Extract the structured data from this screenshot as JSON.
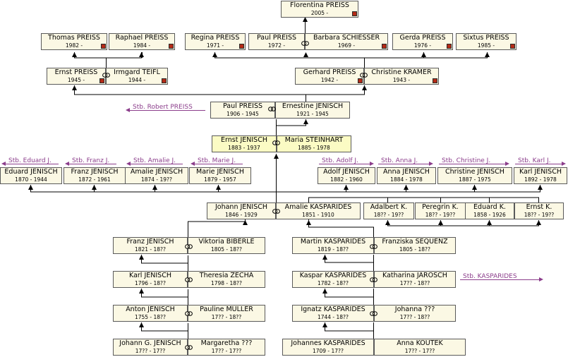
{
  "persons": [
    {
      "id": "florentina",
      "name": "Florentina PREISS",
      "dates": "2005 -",
      "mark": true
    },
    {
      "id": "thomas",
      "name": "Thomas PREISS",
      "dates": "1982 -",
      "mark": true
    },
    {
      "id": "raphael",
      "name": "Raphael PREISS",
      "dates": "1984 -",
      "mark": true
    },
    {
      "id": "regina",
      "name": "Regina PREISS",
      "dates": "1971 -",
      "mark": true
    },
    {
      "id": "paul_p",
      "name": "Paul PREISS",
      "dates": "1972 -",
      "mark": false
    },
    {
      "id": "barbara",
      "name": "Barbara SCHIESSER",
      "dates": "1969 -",
      "mark": true
    },
    {
      "id": "gerda",
      "name": "Gerda PREISS",
      "dates": "1976 -",
      "mark": true
    },
    {
      "id": "sixtus",
      "name": "Sixtus PREISS",
      "dates": "1985 -",
      "mark": true
    },
    {
      "id": "ernst_p",
      "name": "Ernst PREISS",
      "dates": "1945 -",
      "mark": true
    },
    {
      "id": "irmgard",
      "name": "Irmgard TEIFL",
      "dates": "1944 -",
      "mark": true
    },
    {
      "id": "gerhard",
      "name": "Gerhard PREISS",
      "dates": "1942 -",
      "mark": true
    },
    {
      "id": "christine_k",
      "name": "Christine KRAMER",
      "dates": "1943 -",
      "mark": true
    },
    {
      "id": "paul_p2",
      "name": "Paul PREISS",
      "dates": "1906 - 1945",
      "mark": false
    },
    {
      "id": "ernestine",
      "name": "Ernestine JENISCH",
      "dates": "1921 - 1945",
      "mark": false
    },
    {
      "id": "ernst_j",
      "name": "Ernst JENISCH",
      "dates": "1883 - 1937",
      "mark": false
    },
    {
      "id": "maria_s",
      "name": "Maria STEINHART",
      "dates": "1885 - 1978",
      "mark": false
    },
    {
      "id": "eduard_j",
      "name": "Eduard JENISCH",
      "dates": "1870 - 1944",
      "mark": false
    },
    {
      "id": "franz_j",
      "name": "Franz JENISCH",
      "dates": "1872 - 1961",
      "mark": false
    },
    {
      "id": "amalie_j",
      "name": "Amalie JENISCH",
      "dates": "1874 - 19??",
      "mark": false
    },
    {
      "id": "marie_j",
      "name": "Marie JENISCH",
      "dates": "1879 - 1957",
      "mark": false
    },
    {
      "id": "adolf_j",
      "name": "Adolf JENISCH",
      "dates": "1882 - 1960",
      "mark": false
    },
    {
      "id": "anna_j",
      "name": "Anna JENISCH",
      "dates": "1884 - 1978",
      "mark": false
    },
    {
      "id": "christine_j",
      "name": "Christine JENISCH",
      "dates": "1887 - 1975",
      "mark": false
    },
    {
      "id": "karl_j",
      "name": "Karl JENISCH",
      "dates": "1892 - 1978",
      "mark": false
    },
    {
      "id": "johann_j",
      "name": "Johann JENISCH",
      "dates": "1846 - 1929",
      "mark": false
    },
    {
      "id": "amalie_k",
      "name": "Amalie KASPARIDES",
      "dates": "1851 - 1910",
      "mark": false
    },
    {
      "id": "adalbert_k",
      "name": "Adalbert K.",
      "dates": "18?? - 19??",
      "mark": false
    },
    {
      "id": "peregrin_k",
      "name": "Peregrin K.",
      "dates": "18?? - 19??",
      "mark": false
    },
    {
      "id": "eduard_k",
      "name": "Eduard K.",
      "dates": "1858 - 1926",
      "mark": false
    },
    {
      "id": "ernst_k",
      "name": "Ernst K.",
      "dates": "18?? - 19??",
      "mark": false
    },
    {
      "id": "franz_j2",
      "name": "Franz JENISCH",
      "dates": "1821 - 18??",
      "mark": false
    },
    {
      "id": "viktoria",
      "name": "Viktoria BIBERLE",
      "dates": "1805 - 18??",
      "mark": false
    },
    {
      "id": "martin_k",
      "name": "Martin KASPARIDES",
      "dates": "1819 - 18??",
      "mark": false
    },
    {
      "id": "franziska",
      "name": "Franziska SEQUENZ",
      "dates": "1805 - 18??",
      "mark": false
    },
    {
      "id": "karl_j2",
      "name": "Karl JENISCH",
      "dates": "1796 - 18??",
      "mark": false
    },
    {
      "id": "theresia",
      "name": "Theresia ZECHA",
      "dates": "1798 - 18??",
      "mark": false
    },
    {
      "id": "kaspar_k",
      "name": "Kaspar KASPARIDES",
      "dates": "1782 - 18??",
      "mark": false
    },
    {
      "id": "katharina",
      "name": "Katharina JAROSCH",
      "dates": "17?? - 18??",
      "mark": false
    },
    {
      "id": "anton_j",
      "name": "Anton JENISCH",
      "dates": "1755 - 18??",
      "mark": false
    },
    {
      "id": "pauline",
      "name": "Pauline MÜLLER",
      "dates": "17?? - 18??",
      "mark": false
    },
    {
      "id": "ignatz_k",
      "name": "Ignatz KASPARIDES",
      "dates": "1744 - 18??",
      "mark": false
    },
    {
      "id": "johanna",
      "name": "Johanna ???",
      "dates": "17?? - 18??",
      "mark": false
    },
    {
      "id": "johann_g",
      "name": "Johann G. JENISCH",
      "dates": "17?? - 17??",
      "mark": false
    },
    {
      "id": "margaretha",
      "name": "Margaretha ???",
      "dates": "17?? - 17??",
      "mark": false
    },
    {
      "id": "johannes_k",
      "name": "Johannes KASPARIDES",
      "dates": "1709 - 17??",
      "mark": false
    },
    {
      "id": "anna_koutek",
      "name": "Anna KOUTEK",
      "dates": "17?? - 17??",
      "mark": false
    }
  ],
  "links": [
    {
      "id": "stb_robert",
      "label": "Stb. Robert PREISS",
      "dir": "left"
    },
    {
      "id": "stb_eduard",
      "label": "Stb. Eduard J.",
      "dir": "left"
    },
    {
      "id": "stb_franz",
      "label": "Stb. Franz J.",
      "dir": "left"
    },
    {
      "id": "stb_amalie",
      "label": "Stb. Amalie J.",
      "dir": "left"
    },
    {
      "id": "stb_marie",
      "label": "Stb. Marie J.",
      "dir": "left"
    },
    {
      "id": "stb_adolf",
      "label": "Stb. Adolf J.",
      "dir": "right"
    },
    {
      "id": "stb_anna",
      "label": "Stb. Anna J.",
      "dir": "right"
    },
    {
      "id": "stb_christine",
      "label": "Stb. Christine J.",
      "dir": "right"
    },
    {
      "id": "stb_karl",
      "label": "Stb. Karl J.",
      "dir": "right"
    },
    {
      "id": "stb_kasparides",
      "label": "Stb. KASPARIDES",
      "dir": "right"
    }
  ],
  "colors": {
    "box_fill": "#fbf8e4",
    "box_highlight": "#fbfbc4",
    "box_border": "#5a5a5a",
    "line": "#000000",
    "link": "#8b3d8b",
    "marker": "#b52a16"
  },
  "icons": {
    "marriage": "marriage-rings-icon",
    "person_marker": "person-marker-icon",
    "link_arrow": "arrow-icon"
  }
}
